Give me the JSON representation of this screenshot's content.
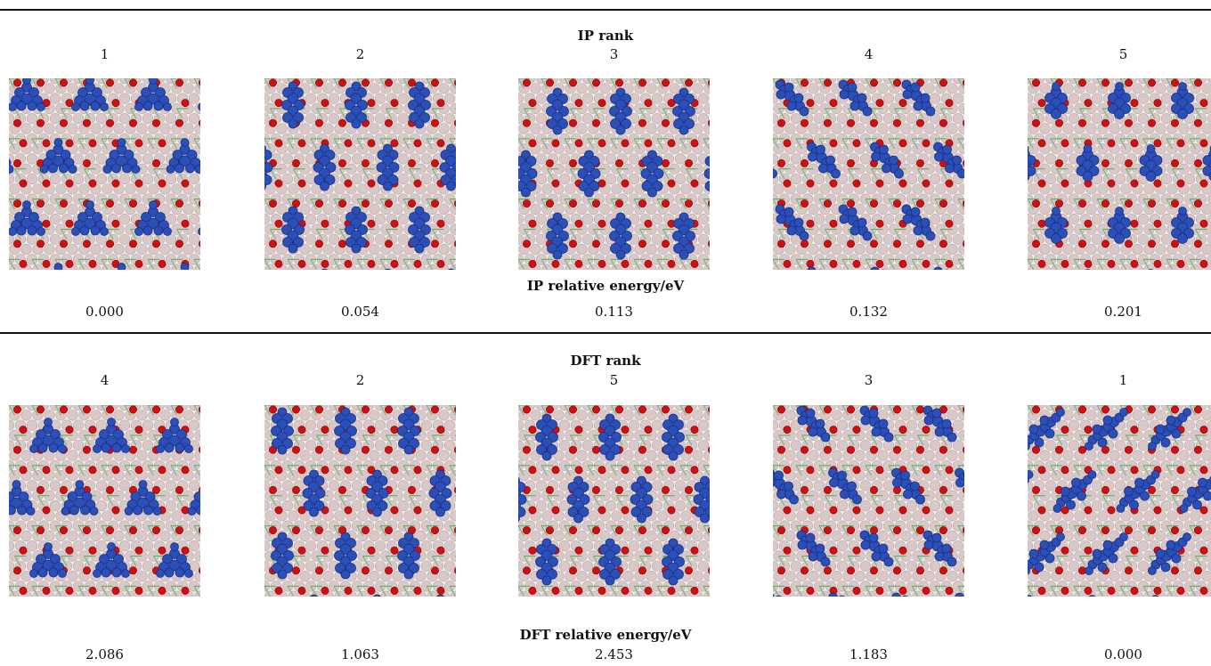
{
  "ip_section": {
    "rank_heading": "IP rank",
    "energy_heading": "IP relative energy/eV",
    "structures": [
      {
        "rank": "1",
        "energy": "0.000",
        "motif": "triangle-cluster"
      },
      {
        "rank": "2",
        "energy": "0.054",
        "motif": "elongated-cluster"
      },
      {
        "rank": "3",
        "energy": "0.113",
        "motif": "elongated-cluster"
      },
      {
        "rank": "4",
        "energy": "0.132",
        "motif": "diagonal-cluster"
      },
      {
        "rank": "5",
        "energy": "0.201",
        "motif": "vertical-pair"
      }
    ]
  },
  "dft_section": {
    "rank_heading": "DFT rank",
    "energy_heading": "DFT relative energy/eV",
    "structures": [
      {
        "rank": "4",
        "energy": "2.086",
        "motif": "triangle-cluster"
      },
      {
        "rank": "2",
        "energy": "1.063",
        "motif": "elongated-cluster"
      },
      {
        "rank": "5",
        "energy": "2.453",
        "motif": "elongated-cluster"
      },
      {
        "rank": "3",
        "energy": "1.183",
        "motif": "diagonal-cluster"
      },
      {
        "rank": "1",
        "energy": "0.000",
        "motif": "diagonal-chain"
      }
    ]
  },
  "colors": {
    "substrate": "#f2ecec",
    "light_atom": "#d9c8c8",
    "oxygen": "#d01010",
    "adsorbate": "#2b4fb8",
    "adsorbate_dark": "#1a2f80",
    "bond": "#38a848"
  }
}
